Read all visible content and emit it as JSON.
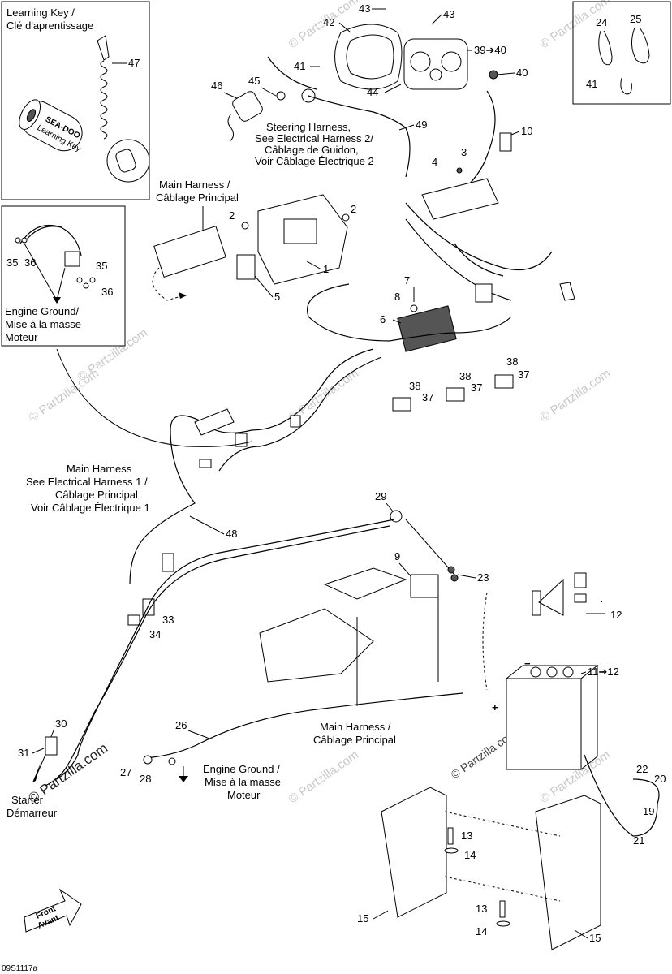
{
  "insets": {
    "learning_key": {
      "title_line1": "Learning Key /",
      "title_line2": "Clé d'aprentissage",
      "part": "47",
      "key_brand": "SEA-DOO",
      "key_text": "Learning Key"
    },
    "engine_ground": {
      "part_35a": "35",
      "part_36a": "36",
      "part_35b": "35",
      "part_36b": "36",
      "label_line1": "Engine Ground/",
      "label_line2": "Mise à la masse",
      "label_line3": "Moteur"
    },
    "clamps": {
      "p24": "24",
      "p25": "25",
      "p41": "41"
    }
  },
  "labels": {
    "steering_harness": [
      "Steering Harness,",
      "See Electrical Harness 2/",
      "Câblage de Guidon,",
      "Voir Câblage Électrique 2"
    ],
    "main_harness_top": [
      "Main Harness /",
      "Câblage Principal"
    ],
    "main_harness_left": [
      "Main Harness",
      "See Electrical Harness 1 /",
      "Câblage Principal",
      "Voir Câblage Électrique 1"
    ],
    "main_harness_bottom": [
      "Main Harness /",
      "Câblage Principal"
    ],
    "engine_ground_bottom": [
      "Engine Ground /",
      "Mise à la masse",
      "Moteur"
    ],
    "starter": [
      "Starter",
      "Démarreur"
    ],
    "front": [
      "Front",
      "Avant"
    ],
    "ref_code": "09S1117a",
    "watermark": "© Partzilla.com",
    "watermark_small": "© Partzilla.com"
  },
  "callouts": {
    "c43": "43",
    "c42": "43",
    "c42b": "42",
    "c39": "39➔40",
    "c40": "40",
    "c41": "41",
    "c44": "44",
    "c45": "45",
    "c46": "46",
    "c49": "49",
    "c10": "10",
    "c3": "3",
    "c4": "4",
    "c2a": "2",
    "c2b": "2",
    "c1": "1",
    "c5": "5",
    "c7": "7",
    "c8": "8",
    "c6": "6",
    "c38a": "38",
    "c37a": "37",
    "c38b": "38",
    "c37b": "37",
    "c38c": "38",
    "c37c": "37",
    "c48": "48",
    "c33": "33",
    "c34": "34",
    "c29": "29",
    "c9": "9",
    "c23": "23",
    "c12": "12",
    "c11": "11➔12",
    "c30": "30",
    "c31": "31",
    "c26": "26",
    "c27": "27",
    "c28": "28",
    "c22": "22",
    "c20": "20",
    "c19": "19",
    "c21": "21",
    "c13a": "13",
    "c14a": "14",
    "c13b": "13",
    "c14b": "14",
    "c15a": "15",
    "c15b": "15"
  },
  "battery": {
    "minus": "−",
    "plus": "+"
  }
}
